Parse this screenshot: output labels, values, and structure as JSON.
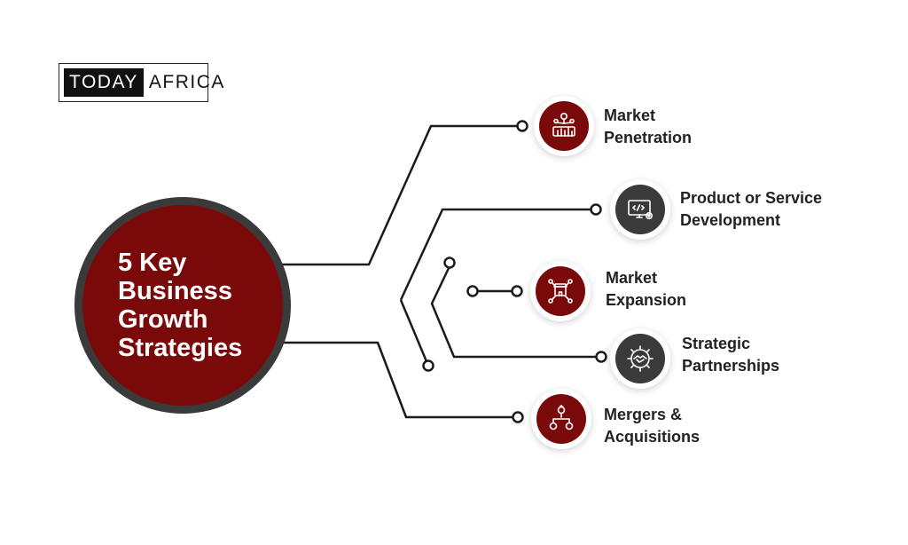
{
  "logo": {
    "part1": "TODAY",
    "part2": "AFRICA"
  },
  "center": {
    "title_lines": [
      "5 Key",
      "Business",
      "Growth",
      "Strategies"
    ],
    "color": "#7a0a0a",
    "ring_color": "#3a3a3a"
  },
  "strategies": [
    {
      "lines": [
        "Market",
        "Penetration"
      ],
      "icon": "market-penetration-icon",
      "color": "#7a0a0a"
    },
    {
      "lines": [
        "Product or Service",
        "Development"
      ],
      "icon": "code-screen-icon",
      "color": "#3a3a3a"
    },
    {
      "lines": [
        "Market",
        "Expansion"
      ],
      "icon": "store-network-icon",
      "color": "#7a0a0a"
    },
    {
      "lines": [
        "Strategic",
        "Partnerships"
      ],
      "icon": "handshake-gear-icon",
      "color": "#3a3a3a"
    },
    {
      "lines": [
        "Mergers &",
        "Acquisitions"
      ],
      "icon": "merger-icon",
      "color": "#7a0a0a"
    }
  ]
}
